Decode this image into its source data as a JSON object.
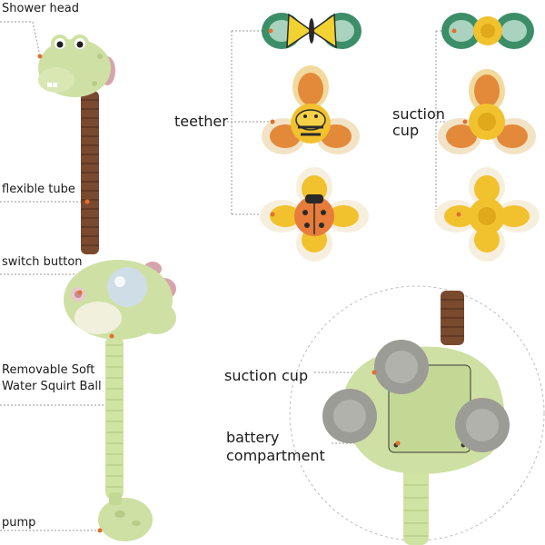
{
  "labels": {
    "shower_head": "Shower head",
    "flexible_tube": "flexible tube",
    "switch_button": "switch button",
    "squirt_ball_line1": "Removable Soft",
    "squirt_ball_line2": "Water Squirt Ball",
    "pump": "pump",
    "teether": "teether",
    "suction_cup_line1": "suction",
    "suction_cup_line2": "cup",
    "suction_cup_detail": "suction cup",
    "battery_line1": "battery",
    "battery_line2": "compartment"
  },
  "colors": {
    "dino_green": "#cfe0a4",
    "dino_shade": "#b8cc88",
    "tube_brown": "#7a4a2e",
    "tube_green": "#cfe3a2",
    "cup_gray": "#9c9c96",
    "orange": "#e3893a",
    "yellow": "#f2c12e",
    "cream": "#f7efde",
    "pink": "#d99aa4",
    "leaf_green": "#4a9a74"
  }
}
